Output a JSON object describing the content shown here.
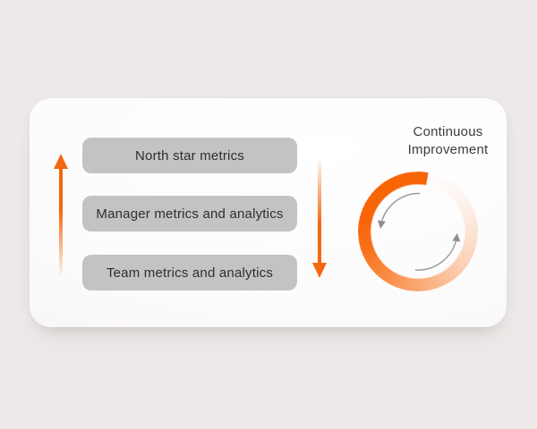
{
  "diagram": {
    "hierarchy": {
      "levels": [
        {
          "label": "North star metrics"
        },
        {
          "label": "Manager metrics and analytics"
        },
        {
          "label": "Team metrics and analytics"
        }
      ],
      "up_arrow": "up-direction",
      "down_arrow": "down-direction"
    },
    "cycle": {
      "title": "Continuous Improvement",
      "rotation_arrows": 2
    }
  },
  "colors": {
    "background": "#ece9e8",
    "card": "#fdfdfd",
    "accent_orange": "#f4670f",
    "ring_orange": "#f86507",
    "box_gray": "#c4c3c2",
    "arrow_gray": "#9a9a9a",
    "text_dark": "#2e2e2e"
  }
}
